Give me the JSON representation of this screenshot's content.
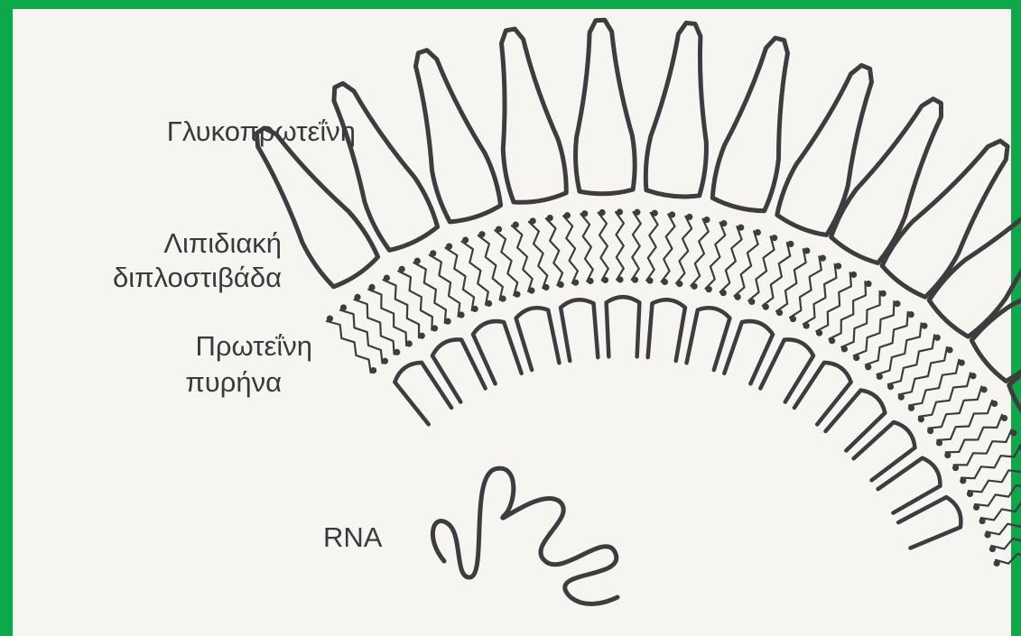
{
  "labels": {
    "glycoprotein": "Γλυκοπρωτεΐνη",
    "lipid_line1": "Λιπιδιακή",
    "lipid_line2": "διπλοστιβάδα",
    "core_line1": "Πρωτεΐνη",
    "core_line2": "πυρήνα",
    "rna": "RNA"
  },
  "colors": {
    "border": "#0da84a",
    "paper": "#f6f5f1",
    "ink": "#3d3d3d"
  }
}
